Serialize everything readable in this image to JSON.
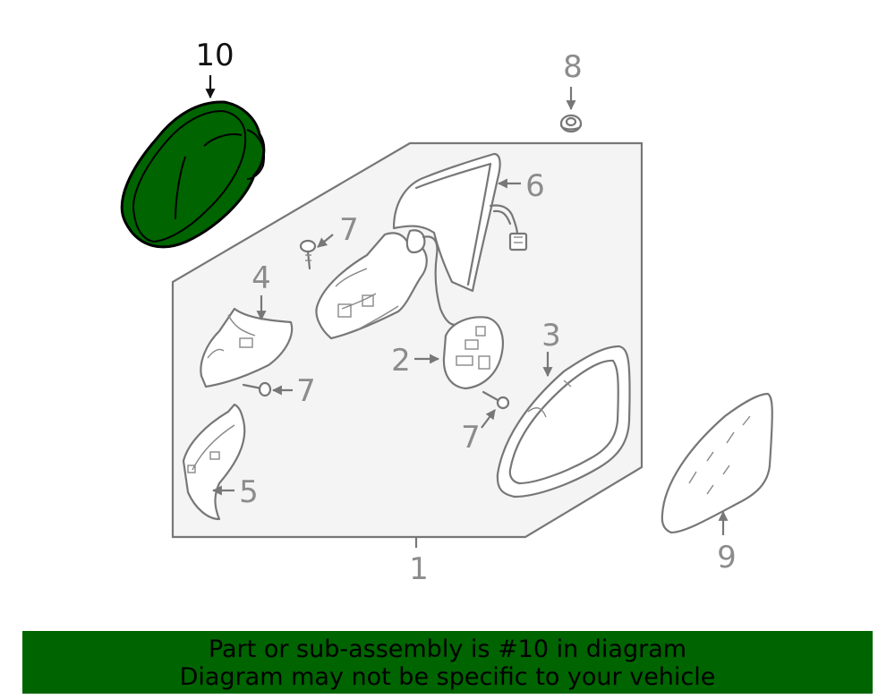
{
  "diagram": {
    "labels": {
      "l1": "1",
      "l2": "2",
      "l3": "3",
      "l4": "4",
      "l5": "5",
      "l6": "6",
      "l7a": "7",
      "l7b": "7",
      "l7c": "7",
      "l8": "8",
      "l9": "9",
      "l10": "10"
    },
    "highlight_part": "10",
    "highlight_color": "#006400",
    "panel_color": "#f4f4f4"
  },
  "banner": {
    "line1": "Part or sub-assembly is #10 in diagram",
    "line2": "Diagram may not be specific to your vehicle",
    "background": "#006400"
  }
}
